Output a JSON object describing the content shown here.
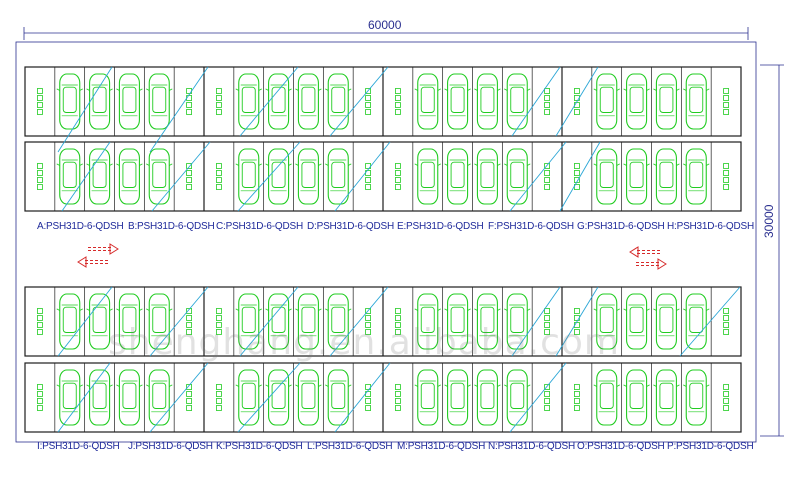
{
  "dimensions": {
    "width": "60000",
    "height": "30000"
  },
  "unit_labels": [
    "A:PSH31D-6-QDSH",
    "B:PSH31D-6-QDSH",
    "C:PSH31D-6-QDSH",
    "D:PSH31D-6-QDSH",
    "E:PSH31D-6-QDSH",
    "F:PSH31D-6-QDSH",
    "G:PSH31D-6-QDSH",
    "H:PSH31D-6-QDSH",
    "I:PSH31D-6-QDSH",
    "J:PSH31D-6-QDSH",
    "K:PSH31D-6-QDSH",
    "L:PSH31D-6-QDSH",
    "M:PSH31D-6-QDSH",
    "N:PSH31D-6-QDSH",
    "O:PSH31D-6-QDSH",
    "P:PSH31D-6-QDSH"
  ],
  "watermark": "shenghang.en.alibaba.com",
  "colors": {
    "line": "#1d1d1d",
    "car": "#22cc22",
    "dimension": "#2a2f8f",
    "arrow": "#d62a2a",
    "ramp": "#2aa6d6",
    "label": "#1f2a9a"
  }
}
